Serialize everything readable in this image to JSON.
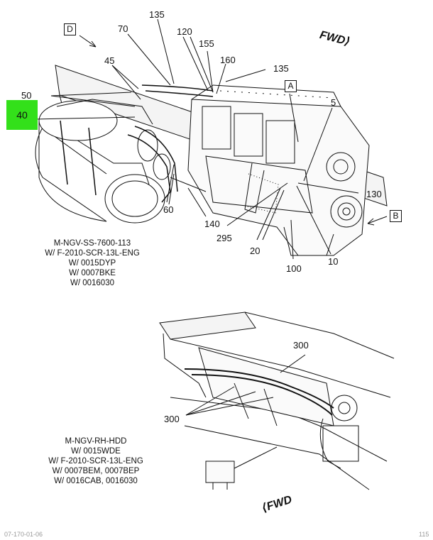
{
  "callouts": {
    "c135a": "135",
    "c70": "70",
    "c120": "120",
    "c155": "155",
    "c160": "160",
    "c135b": "135",
    "c45": "45",
    "c50": "50",
    "c5": "5",
    "c130": "130",
    "c60": "60",
    "c140": "140",
    "c295": "295",
    "c20": "20",
    "c100": "100",
    "c10": "10",
    "c300a": "300",
    "c300b": "300"
  },
  "highlight_label": "40",
  "view_labels": {
    "D": "D",
    "A": "A",
    "B": "B"
  },
  "fwd_top": "FWD",
  "fwd_bottom": "FWD",
  "caption_top": [
    "M-NGV-SS-7600-113",
    "W/ F-2010-SCR-13L-ENG",
    "W/ 0015DYP",
    "W/ 0007BKE",
    "W/ 0016030"
  ],
  "caption_bottom": [
    "M-NGV-RH-HDD",
    "W/ 0015WDE",
    "W/ F-2010-SCR-13L-ENG",
    "W/ 0007BEM, 0007BEP",
    "W/ 0016CAB, 0016030"
  ],
  "footer_left": "07-170-01-06",
  "footer_right": "115",
  "colors": {
    "highlight": "#33e01a",
    "line": "#111111",
    "footer": "#999999"
  }
}
